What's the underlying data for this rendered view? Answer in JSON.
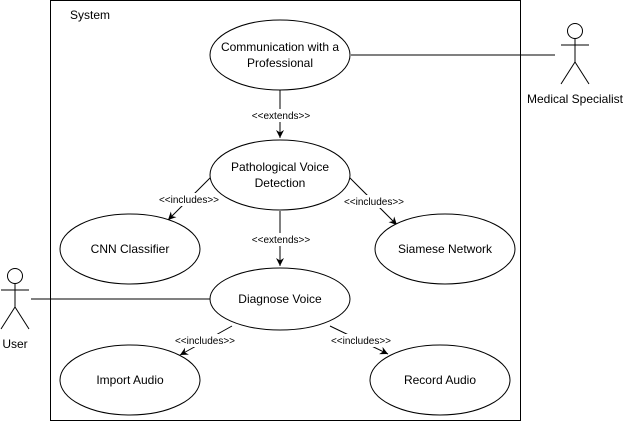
{
  "system": {
    "label": "System"
  },
  "actors": [
    {
      "id": "medical-specialist",
      "label": "Medical Specialist"
    },
    {
      "id": "user",
      "label": "User"
    }
  ],
  "use_cases": [
    {
      "id": "communication",
      "lines": [
        "Communication with a",
        "Professional"
      ]
    },
    {
      "id": "pathological",
      "lines": [
        "Pathological Voice",
        "Detection"
      ]
    },
    {
      "id": "cnn",
      "lines": [
        "CNN Classifier"
      ]
    },
    {
      "id": "siamese",
      "lines": [
        "Siamese Network"
      ]
    },
    {
      "id": "diagnose",
      "lines": [
        "Diagnose Voice"
      ]
    },
    {
      "id": "import",
      "lines": [
        "Import Audio"
      ]
    },
    {
      "id": "record",
      "lines": [
        "Record Audio"
      ]
    }
  ],
  "relations": [
    {
      "id": "extends-communication",
      "label": "<<extends>>"
    },
    {
      "id": "includes-cnn",
      "label": "<<includes>>"
    },
    {
      "id": "includes-siamese",
      "label": "<<includes>>"
    },
    {
      "id": "extends-diagnose",
      "label": "<<extends>>"
    },
    {
      "id": "includes-import",
      "label": "<<includes>>"
    },
    {
      "id": "includes-record",
      "label": "<<includes>>"
    }
  ]
}
